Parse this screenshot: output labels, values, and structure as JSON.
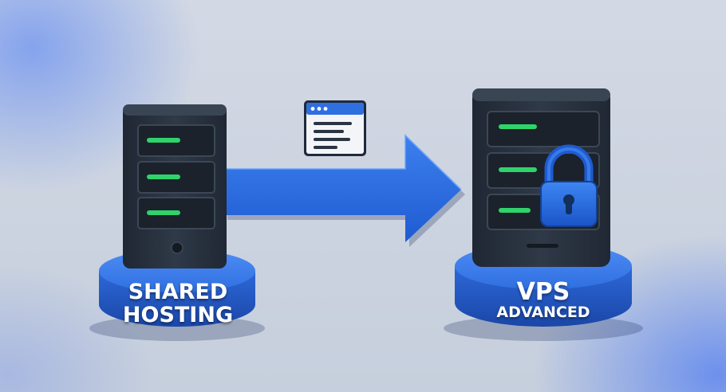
{
  "source": {
    "label_line1": "SHARED",
    "label_line2": "HOSTING",
    "server_slots": 3
  },
  "destination": {
    "label_line1": "VPS",
    "label_line2": "ADVANCED",
    "server_slots": 3
  },
  "connector": {
    "icon": "browser-window-icon",
    "arrow_icon": "right-arrow-icon"
  },
  "security": {
    "icon": "padlock-icon"
  },
  "colors": {
    "accent_blue": "#2f6fe0",
    "server_body": "#2b3441",
    "led_green": "#2fd36a",
    "background": "#cdd4e0"
  }
}
